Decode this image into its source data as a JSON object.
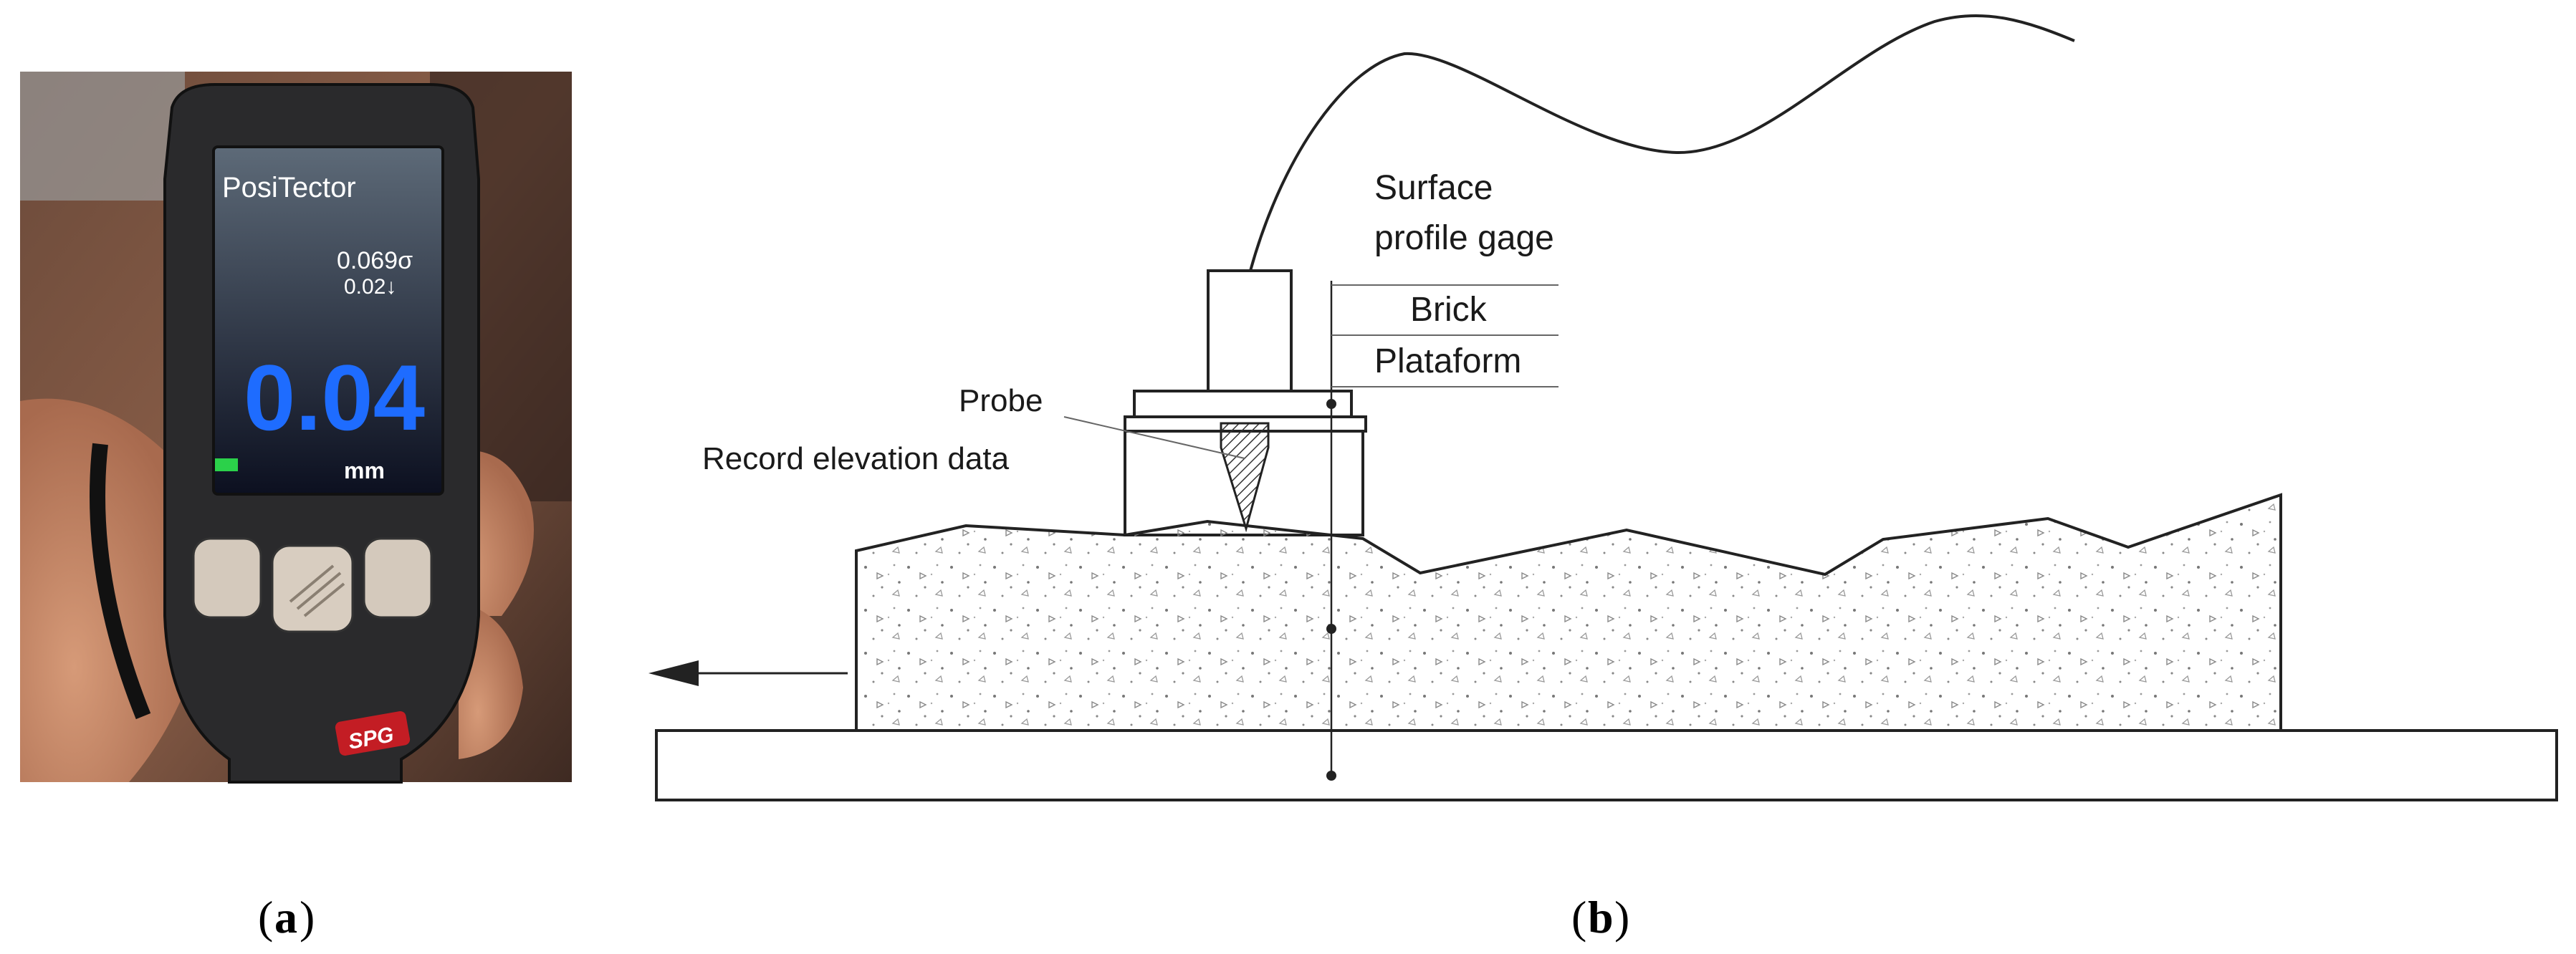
{
  "photo": {
    "brand": "PosiTector",
    "readings": [
      "0.069σ",
      "0.02↓"
    ],
    "value": "0.04",
    "unit": "mm",
    "logo": "SPG"
  },
  "diagram": {
    "labels": {
      "surface_gage_line1": "Surface",
      "surface_gage_line2": "profile gage",
      "brick": "Brick",
      "platform": "Plataform",
      "probe": "Probe",
      "record": "Record elevation data"
    }
  },
  "captions": {
    "a": "a",
    "b": "b"
  },
  "colors": {
    "display_value": "#1e6cff",
    "stroke": "#222222",
    "photo_body": "#2a2a2c"
  }
}
